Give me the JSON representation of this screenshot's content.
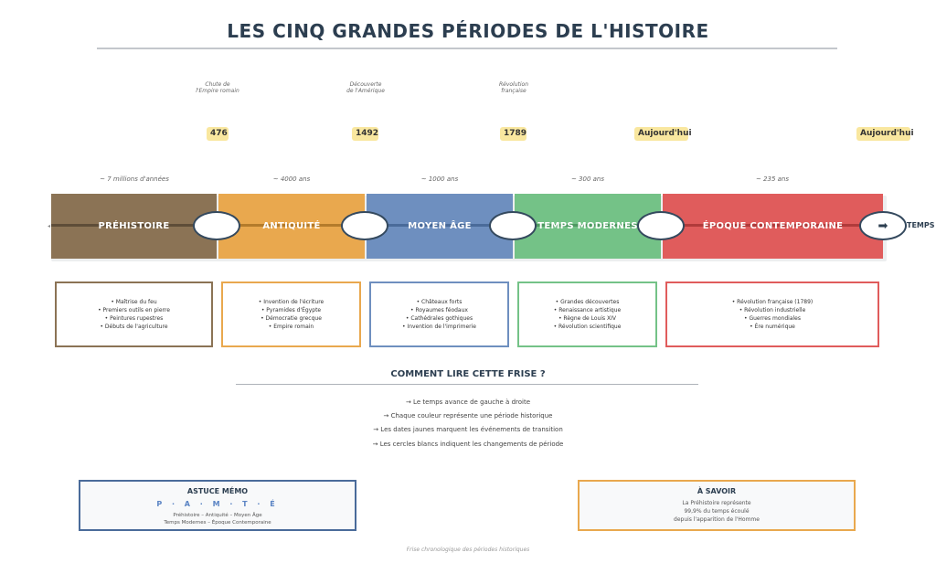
{
  "title": "LES CINQ GRANDES PÉRIODES DE L'HISTOIRE",
  "events": [
    {
      "line1": "Chute de",
      "line2": "l'Empire romain"
    },
    {
      "line1": "Découverte",
      "line2": "de l'Amérique"
    },
    {
      "line1": "Révolution",
      "line2": "française"
    }
  ],
  "dates": [
    "476",
    "1492",
    "1789",
    "Aujourd'hui",
    "Aujourd'hui"
  ],
  "durations": [
    "~ 7 millions d'années",
    "~ 4000 ans",
    "~ 1000 ans",
    "~ 300 ans",
    "~ 235 ans"
  ],
  "periods": [
    {
      "name": "PRÉHISTOIRE",
      "color": "#8b7355",
      "axis": "#5e4d38",
      "items": [
        "• Maîtrise du feu",
        "• Premiers outils en pierre",
        "• Peintures rupestres",
        "• Débuts de l'agriculture"
      ]
    },
    {
      "name": "ANTIQUITÉ",
      "color": "#e9a84e",
      "axis": "#b47b2b",
      "items": [
        "• Invention de l'écriture",
        "• Pyramides d'Égypte",
        "• Démocratie grecque",
        "• Empire romain"
      ]
    },
    {
      "name": "MOYEN ÂGE",
      "color": "#6e8fbf",
      "axis": "#4a6b9a",
      "items": [
        "• Châteaux forts",
        "• Royaumes féodaux",
        "• Cathédrales gothiques",
        "• Invention de l'imprimerie"
      ]
    },
    {
      "name": "TEMPS MODERNES",
      "color": "#74c287",
      "axis": "#4f9962",
      "items": [
        "• Grandes découvertes",
        "• Renaissance artistique",
        "• Règne de Louis XIV",
        "• Révolution scientifique"
      ]
    },
    {
      "name": "ÉPOQUE CONTEMPORAINE",
      "color": "#e05c5c",
      "axis": "#b03b3b",
      "items": [
        "• Révolution française (1789)",
        "• Révolution industrielle",
        "• Guerres mondiales",
        "• Ère numérique"
      ]
    }
  ],
  "arrow_label": "TEMPS",
  "arrow_icon": "➡",
  "how_to_read": {
    "title": "COMMENT LIRE CETTE FRISE ?",
    "lines": [
      "→  Le temps avance de gauche à droite",
      "→  Chaque couleur représente une période historique",
      "→  Les dates jaunes marquent les événements de transition",
      "→  Les cercles blancs indiquent les changements de période"
    ]
  },
  "tip": {
    "title": "ASTUCE MÉMO",
    "mnemonic": "P · A · M · T · É",
    "line1": "Préhistoire – Antiquité – Moyen Âge",
    "line2": "Temps Modernes – Époque Contemporaine",
    "color": "#4a6b9a"
  },
  "fact": {
    "title": "À SAVOIR",
    "line1": "La Préhistoire représente",
    "line2": "99,9% du temps écoulé",
    "line3": "depuis l'apparition de l'Homme",
    "color": "#e9a84e"
  },
  "caption": "Frise chronologique des périodes historiques"
}
